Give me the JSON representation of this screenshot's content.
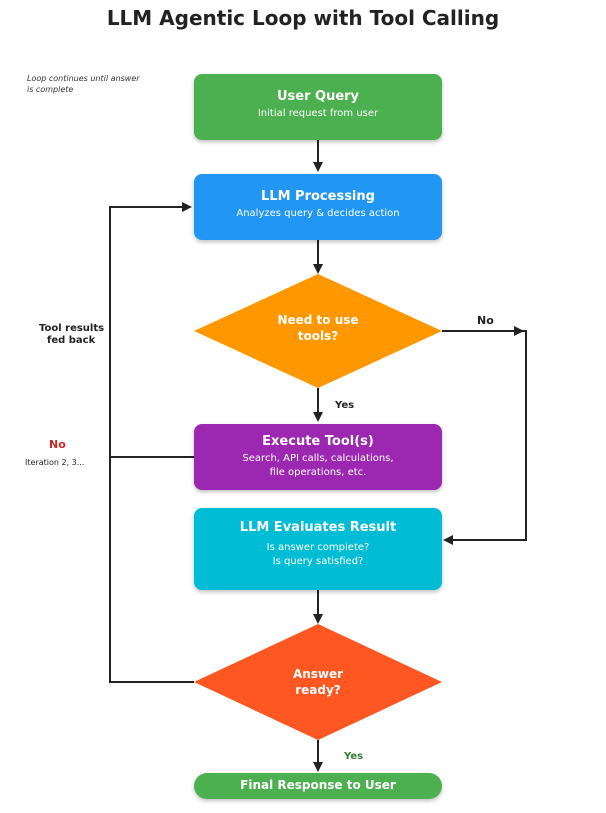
{
  "title": "LLM Agentic Loop with Tool Calling",
  "note": "Loop continues until answer is complete",
  "nodes": {
    "user_query": {
      "title": "User Query",
      "subtitle": "Initial request from user",
      "color": "#4caf50"
    },
    "llm_processing": {
      "title": "LLM Processing",
      "subtitle": "Analyzes query & decides action",
      "color": "#2196f3"
    },
    "need_tools": {
      "line1": "Need to use",
      "line2": "tools?",
      "color": "#ff9800"
    },
    "execute_tools": {
      "title": "Execute Tool(s)",
      "line1": "Search, API calls, calculations,",
      "line2": "file operations, etc.",
      "color": "#9c27b0"
    },
    "evaluate": {
      "title": "LLM Evaluates Result",
      "line1": "Is answer complete?",
      "line2": "Is query satisfied?",
      "color": "#00bcd4"
    },
    "answer_ready": {
      "line1": "Answer",
      "line2": "ready?",
      "color": "#ff5722"
    },
    "final": {
      "title": "Final Response to User",
      "color": "#4caf50"
    }
  },
  "edges": {
    "no_tools": "No",
    "yes_tools": "Yes",
    "yes_ready": "Yes",
    "no_ready": "No",
    "loop_label_1": "Tool results",
    "loop_label_2": "fed back",
    "iteration": "Iteration 2, 3..."
  },
  "colors": {
    "yes": "#2e7d32",
    "no": "#c62828",
    "line": "#222222"
  }
}
